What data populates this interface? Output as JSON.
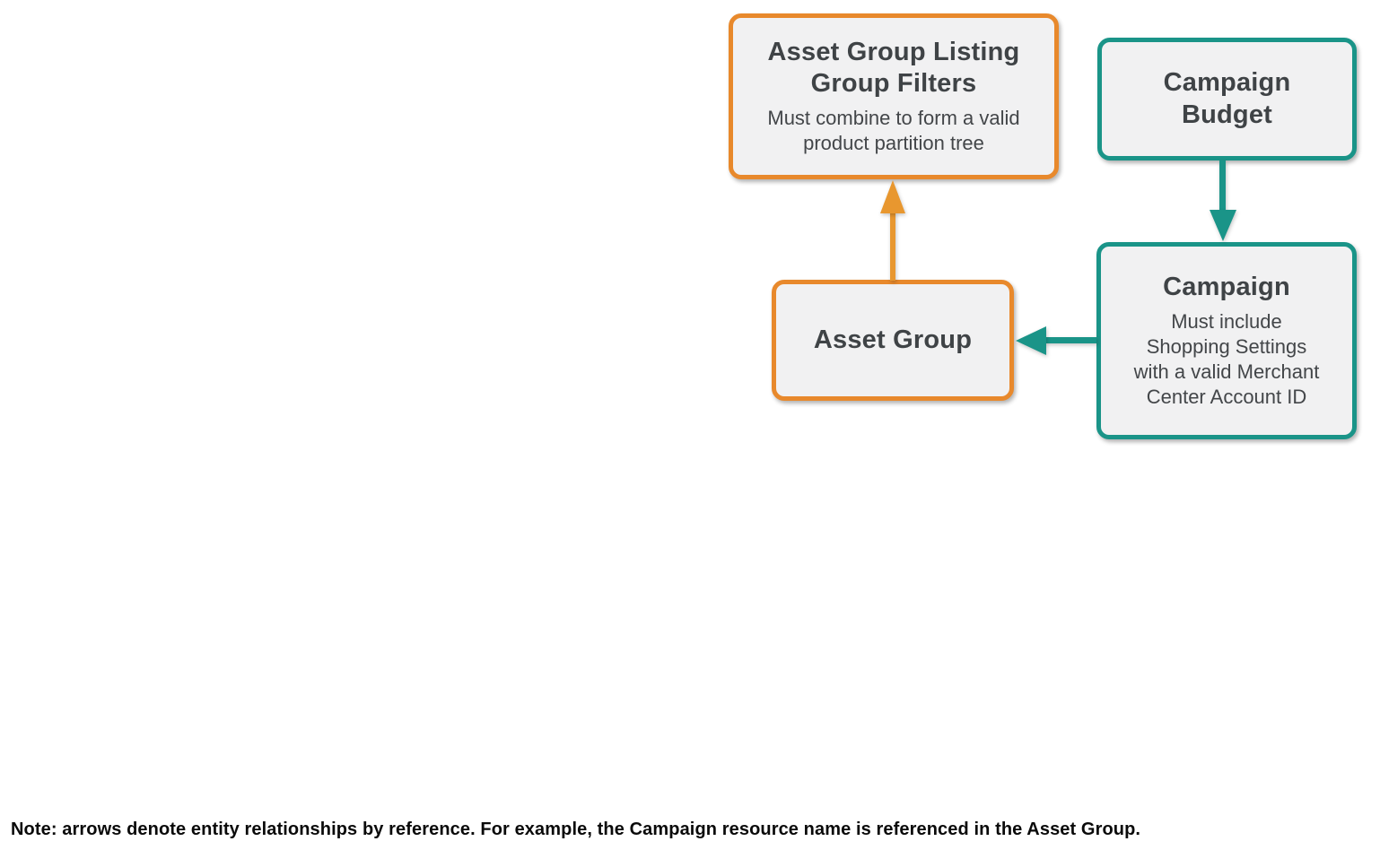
{
  "diagram": {
    "nodes": {
      "listing_filters": {
        "title": "Asset Group Listing Group Filters",
        "subtitle": "Must combine to form a valid product partition tree",
        "accent": "#E8892C"
      },
      "campaign_budget": {
        "title": "Campaign Budget",
        "accent": "#1A9488"
      },
      "asset_group": {
        "title": "Asset Group",
        "accent": "#E8892C"
      },
      "campaign": {
        "title": "Campaign",
        "subtitle": "Must include Shopping Settings with a valid Merchant Center Account ID",
        "accent": "#1A9488"
      }
    },
    "edges": [
      {
        "from": "Asset Group",
        "to": "Asset Group Listing Group Filters",
        "direction": "up",
        "color": "#E8972F"
      },
      {
        "from": "Campaign Budget",
        "to": "Campaign",
        "direction": "down",
        "color": "#1A9488"
      },
      {
        "from": "Campaign",
        "to": "Asset Group",
        "direction": "left",
        "color": "#1A9488"
      }
    ],
    "colors": {
      "orange": "#E8892C",
      "teal": "#1A9488",
      "node_fill": "#F1F1F2",
      "title_text": "#3F4346",
      "subtitle_text": "#434649",
      "note_text": "#0A0A0A",
      "background": "#FFFFFF"
    }
  },
  "note": {
    "text": "Note: arrows denote entity relationships by reference. For example, the Campaign resource name is referenced in the Asset Group."
  }
}
